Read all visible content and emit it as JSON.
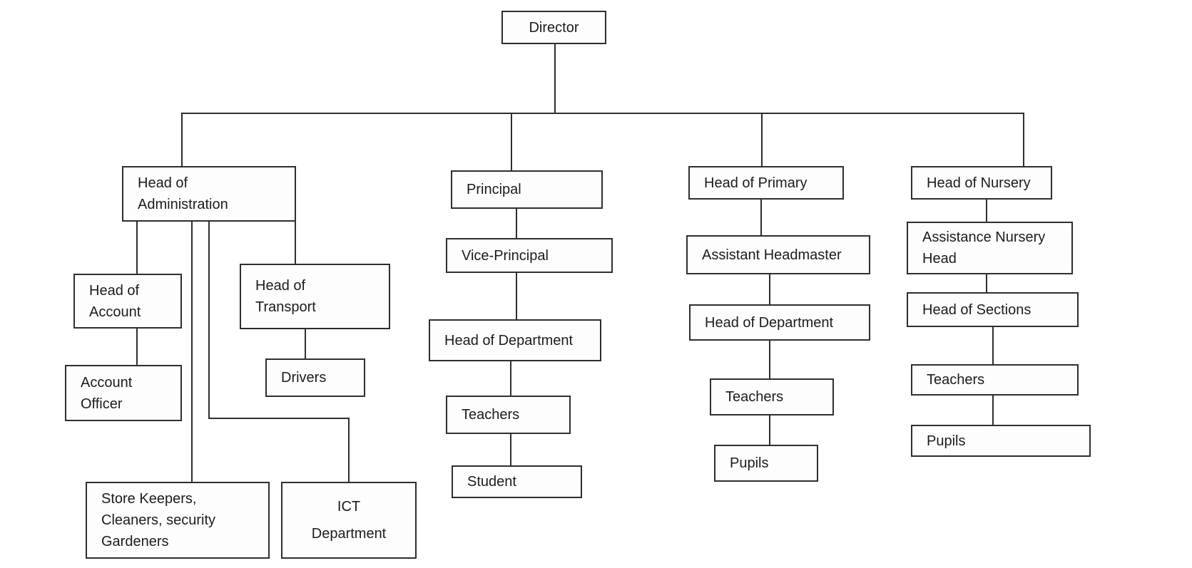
{
  "canvas": {
    "background": "#ffffff",
    "line_color": "#2e2e2e",
    "box_border_color": "#2e2e2e",
    "box_fill": "#fdfdfd",
    "text_color": "#1c1c1c"
  },
  "diagram": {
    "type": "organizational-chart",
    "nodes": {
      "director": {
        "label": "Director"
      },
      "head_of_administration": {
        "label": "Head of\nAdministration"
      },
      "head_of_account": {
        "label": "Head of\nAccount"
      },
      "account_officer": {
        "label": "Account\nOfficer"
      },
      "head_of_transport": {
        "label": "Head of\nTransport"
      },
      "drivers": {
        "label": "Drivers"
      },
      "store_keepers": {
        "label": "Store Keepers,\nCleaners, security\nGardeners"
      },
      "ict_department": {
        "label": "ICT\nDepartment"
      },
      "principal": {
        "label": "Principal"
      },
      "vice_principal": {
        "label": "Vice-Principal"
      },
      "head_of_department_secondary": {
        "label": "Head of Department"
      },
      "teachers_secondary": {
        "label": "Teachers"
      },
      "student": {
        "label": "Student"
      },
      "head_of_primary": {
        "label": "Head of Primary"
      },
      "assistant_headmaster": {
        "label": "Assistant Headmaster"
      },
      "head_of_department_primary": {
        "label": "Head of Department"
      },
      "teachers_primary": {
        "label": "Teachers"
      },
      "pupils_primary": {
        "label": "Pupils"
      },
      "head_of_nursery": {
        "label": "Head of Nursery"
      },
      "assistance_nursery_head": {
        "label": "Assistance Nursery\nHead"
      },
      "head_of_sections": {
        "label": "Head of Sections"
      },
      "teachers_nursery": {
        "label": "Teachers"
      },
      "pupils_nursery": {
        "label": "Pupils"
      }
    },
    "hierarchy": {
      "Director": {
        "Head of Administration": {
          "Head of Account": {
            "Account Officer": {}
          },
          "Head of Transport": {
            "Drivers": {}
          },
          "Store Keepers, Cleaners, security Gardeners": {},
          "ICT Department": {}
        },
        "Principal": {
          "Vice-Principal": {
            "Head of Department": {
              "Teachers": {
                "Student": {}
              }
            }
          }
        },
        "Head of Primary": {
          "Assistant Headmaster": {
            "Head of Department": {
              "Teachers": {
                "Pupils": {}
              }
            }
          }
        },
        "Head of Nursery": {
          "Assistance Nursery Head": {
            "Head of Sections": {
              "Teachers": {
                "Pupils": {}
              }
            }
          }
        }
      }
    }
  }
}
